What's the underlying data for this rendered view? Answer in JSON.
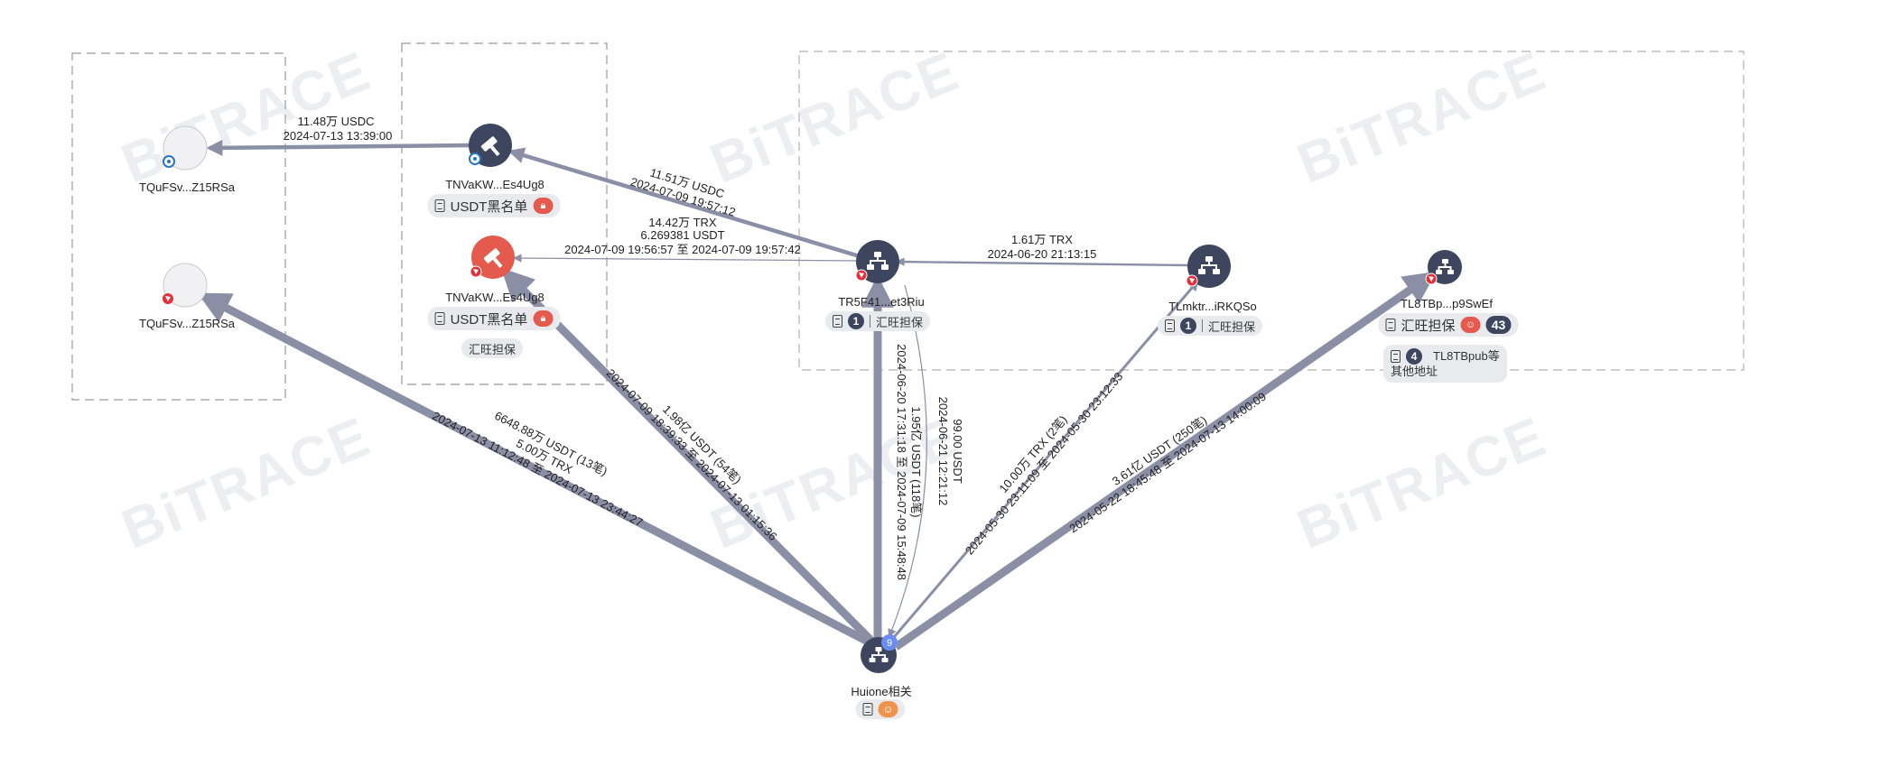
{
  "watermark": "BiTRACE",
  "nodes": {
    "tqu_top": {
      "label": "TQuFSv...Z15RSa"
    },
    "tqu_bottom": {
      "label": "TQuFSv...Z15RSa"
    },
    "tnva_top": {
      "label": "TNVaKW...Es4Ug8",
      "tag_text": "USDT黑名单"
    },
    "tnva_mid": {
      "label": "TNVaKW...Es4Ug8",
      "tag_text": "USDT黑名单",
      "extra_tag": "汇旺担保"
    },
    "tr5f": {
      "label": "TR5F41...et3Riu",
      "count": "1",
      "tag_text": "汇旺担保"
    },
    "tlmk": {
      "label": "TLmktr...iRKQSo",
      "count": "1",
      "tag_text": "汇旺担保"
    },
    "tl8t": {
      "label": "TL8TBp...p9SwEf",
      "tag_text": "汇旺担保",
      "count": "43",
      "sub_count": "4",
      "sub_line1": "TL8TBpub等",
      "sub_line2": "其他地址"
    },
    "huione": {
      "label": "Huione相关",
      "badge": "9"
    }
  },
  "edges": {
    "e1": {
      "line1": "11.48万 USDC",
      "line2": "2024-07-13 13:39:00"
    },
    "e2": {
      "line1": "11.51万 USDC",
      "line2": "2024-07-09 19:57:12"
    },
    "e3": {
      "line1": "14.42万 TRX",
      "line2": "6.269381 USDT",
      "line3": "2024-07-09 19:56:57 至 2024-07-09 19:57:42"
    },
    "e4": {
      "line1": "1.61万 TRX",
      "line2": "2024-06-20 21:13:15"
    },
    "e5": {
      "line1": "6648.88万 USDT (13笔)",
      "line2": "5.00万 TRX",
      "line3": "2024-07-13 11:12:48 至 2024-07-13 23:44:27"
    },
    "e6": {
      "line1": "1.98亿 USDT (54笔)",
      "line2": "2024-07-09 18:39:33 至 2024-07-13 01:15:36"
    },
    "e7": {
      "line1": "1.95亿 USDT (118笔)",
      "line2": "2024-06-20 17:31:18 至 2024-07-09 15:48:48"
    },
    "e8": {
      "line1": "99.00 USDT",
      "line2": "2024-06-21 12:21:12"
    },
    "e9": {
      "line1": "10.00万 TRX (2笔)",
      "line2": "2024-05-30 23:11:09 至 2024-05-30 23:12:33"
    },
    "e10": {
      "line1": "3.61亿 USDT (250笔)",
      "line2": "2024-05-22 18:45:48 至 2024-07-13 14:00:09"
    }
  },
  "colors": {
    "node_dark": "#3d465e",
    "node_red": "#e45b4e",
    "edge": "#8a8fa6",
    "usdc_blue": "#2775ca",
    "trx_red": "#e3303a",
    "badge_blue": "#6b8cf0",
    "badge_orange": "#f0944d"
  }
}
